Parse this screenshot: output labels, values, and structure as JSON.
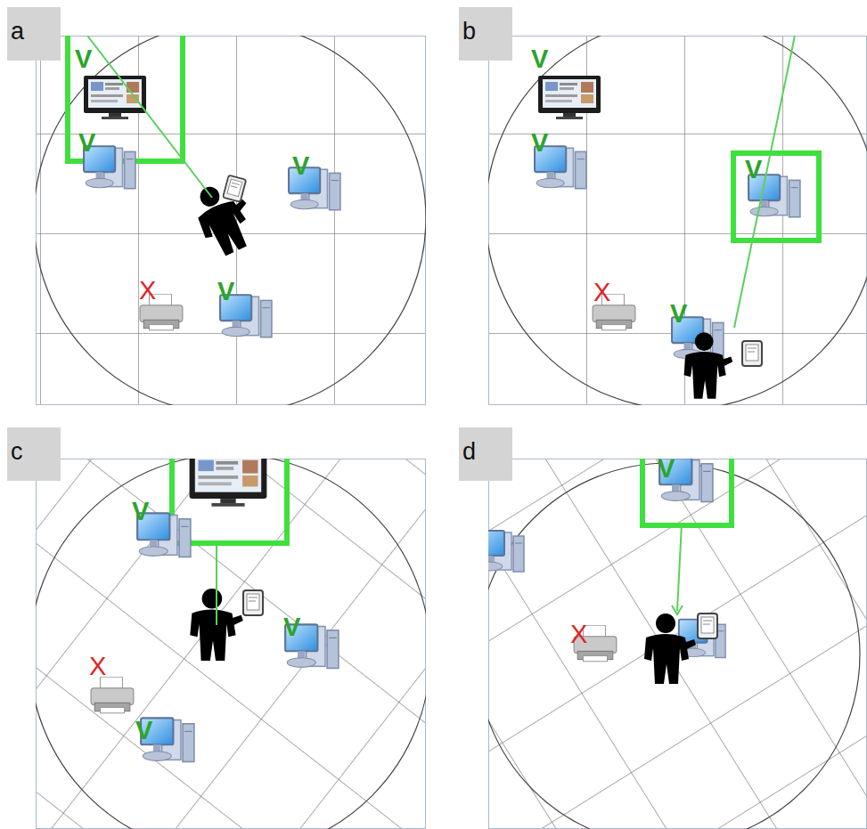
{
  "diagram": {
    "nodes": [
      {
        "text": [
          "a"
        ]
      },
      {
        "text": [
          "b"
        ]
      },
      {
        "text": [
          "c"
        ]
      },
      {
        "text": [
          "d"
        ]
      }
    ],
    "labels": [
      "V",
      "V",
      "V",
      "X",
      "V",
      "V",
      "V",
      "V",
      "X",
      "V",
      "V",
      "V",
      "X",
      "V",
      "V",
      "X"
    ]
  }
}
